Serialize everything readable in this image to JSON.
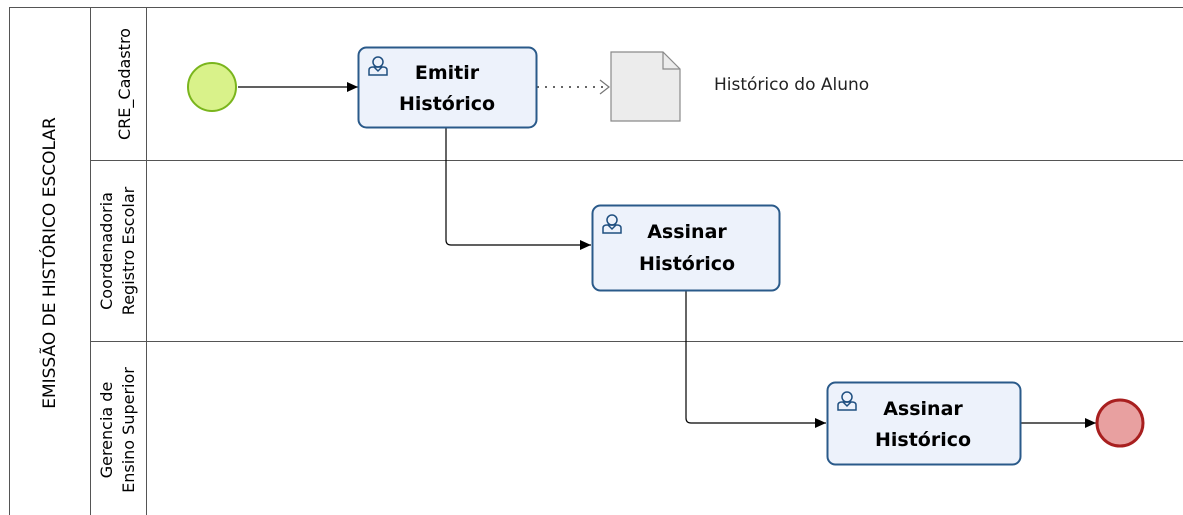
{
  "pool": {
    "title": "EMISSÃO DE HISTÓRICO ESCOLAR"
  },
  "lanes": [
    {
      "lines": [
        "CRE_Cadastro"
      ]
    },
    {
      "lines": [
        "Coordenadoria",
        "Registro Escolar"
      ]
    },
    {
      "lines": [
        "Gerencia de",
        "Ensino Superior"
      ]
    }
  ],
  "tasks": [
    {
      "lines": [
        "Emitir",
        "Histórico"
      ],
      "icon": "user-icon"
    },
    {
      "lines": [
        "Assinar",
        "Histórico"
      ],
      "icon": "user-icon"
    },
    {
      "lines": [
        "Assinar",
        "Histórico"
      ],
      "icon": "user-icon"
    }
  ],
  "data_object": {
    "label": "Histórico do Aluno",
    "icon": "document-icon"
  },
  "events": {
    "start": {
      "fill": "#d9f28a",
      "stroke": "#7ab51d"
    },
    "end": {
      "fill": "#e8a0a0",
      "stroke": "#a81f1f"
    }
  },
  "colors": {
    "task_fill": "#edf2fb",
    "task_stroke": "#2a5a8a"
  }
}
